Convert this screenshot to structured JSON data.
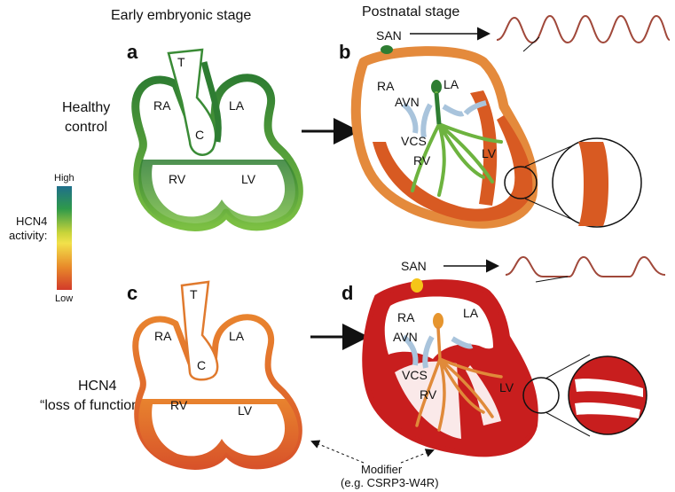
{
  "headers": {
    "early": "Early embryonic stage",
    "postnatal": "Postnatal stage"
  },
  "panels": {
    "a": "a",
    "b": "b",
    "c": "c",
    "d": "d"
  },
  "row_labels": {
    "healthy_line1": "Healthy",
    "healthy_line2": "control",
    "hcn4_line1": "HCN4",
    "hcn4_line2": "“loss of function”"
  },
  "legend": {
    "high": "High",
    "low": "Low",
    "title_line1": "HCN4",
    "title_line2": "activity:"
  },
  "chambers": {
    "T": "T",
    "C": "C",
    "RA": "RA",
    "LA": "LA",
    "RV": "RV",
    "LV": "LV",
    "SAN": "SAN",
    "AVN": "AVN",
    "VCS": "VCS"
  },
  "modifier": {
    "line1": "Modifier",
    "line2": "(e.g. CSRP3-W4R)"
  },
  "colors": {
    "green_dark": "#2e7d32",
    "green_light": "#6db33f",
    "orange": "#e07a2e",
    "orange_dark": "#d2581f",
    "red": "#c81e1e",
    "ecg": "#a0483a",
    "valve": "#a9c4dc",
    "yellow": "#f5c518"
  },
  "legend_colors": [
    "#1f6f8b",
    "#2f9a4a",
    "#c9d43a",
    "#f2e14a",
    "#e88a2a",
    "#d23a2a"
  ]
}
